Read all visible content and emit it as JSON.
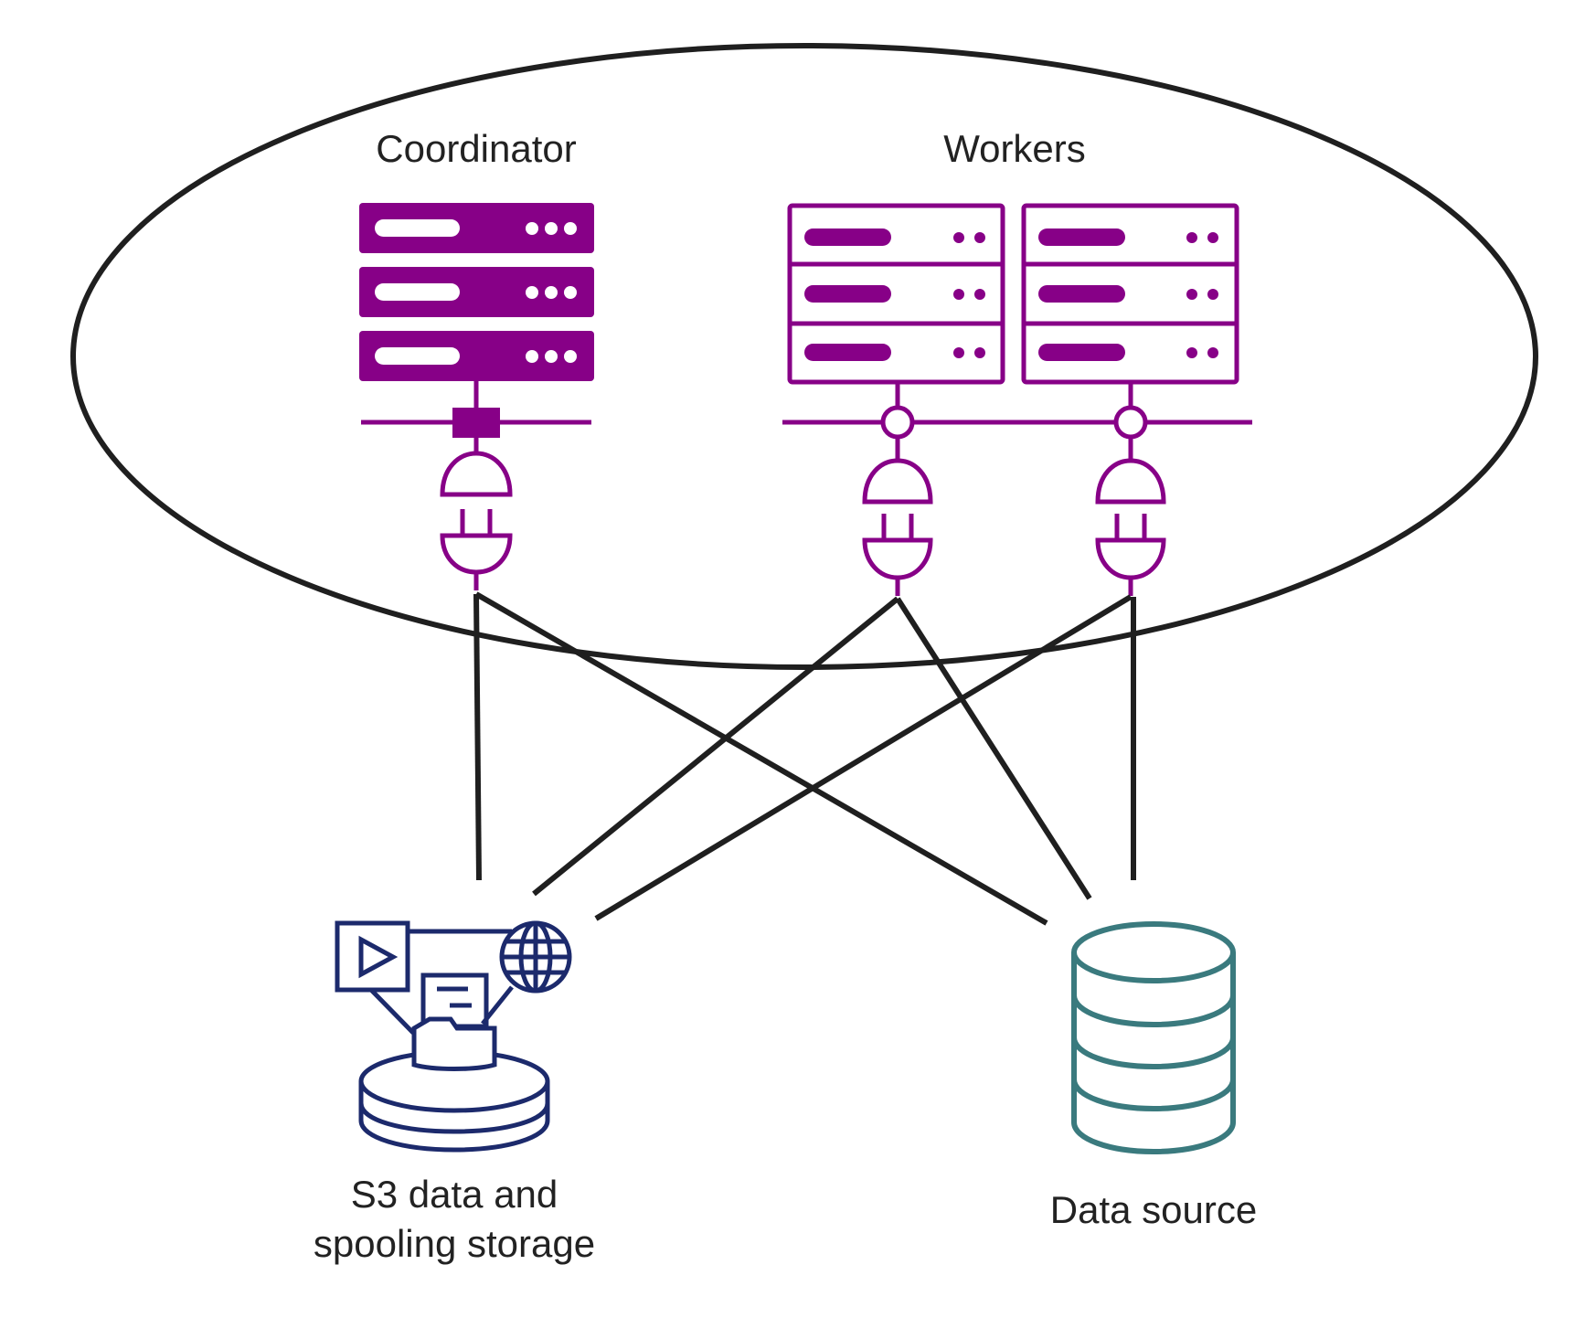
{
  "labels": {
    "coordinator": "Coordinator",
    "workers": "Workers",
    "s3_line1": "S3 data and",
    "s3_line2": "spooling storage",
    "data_source": "Data source"
  },
  "colors": {
    "outline": "#1f1f1f",
    "server": "#870087",
    "storage": "#1c2a6c",
    "database": "#3a7a7e",
    "text": "#222222"
  }
}
